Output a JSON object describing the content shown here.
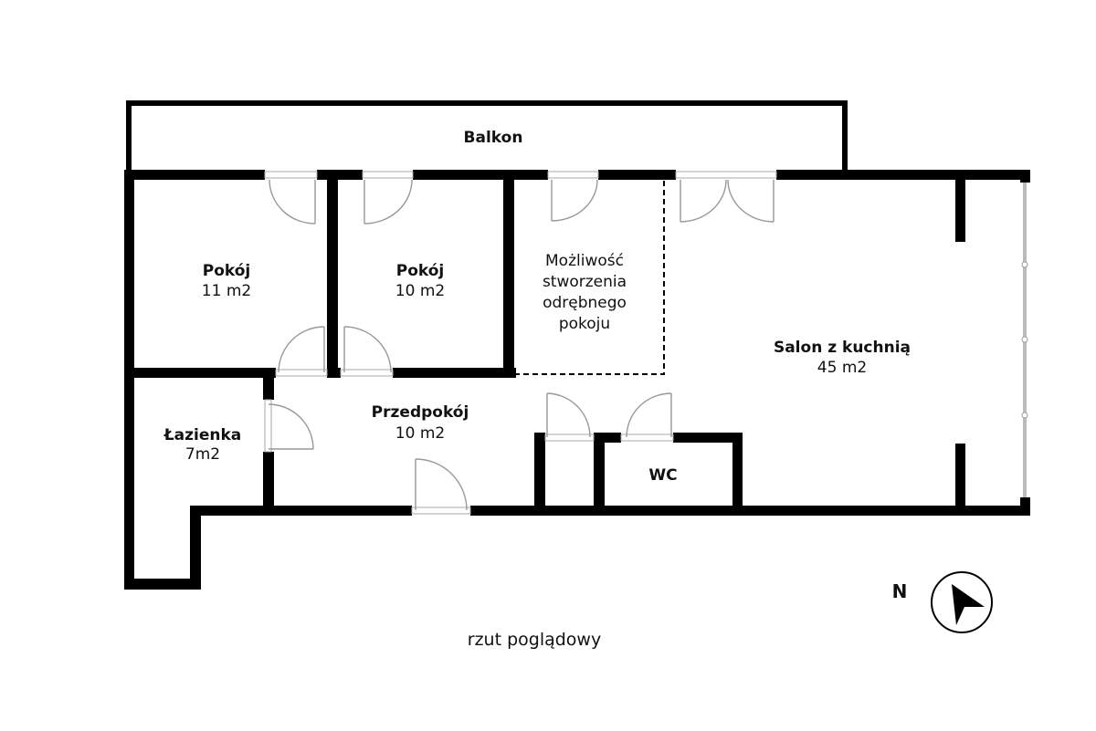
{
  "rooms": {
    "balkon": {
      "name": "Balkon"
    },
    "pokoj1": {
      "name": "Pokój",
      "area": "11 m2"
    },
    "pokoj2": {
      "name": "Pokój",
      "area": "10 m2"
    },
    "optional": {
      "lines": [
        "Możliwość",
        "stworzenia",
        "odrębnego",
        "pokoju"
      ]
    },
    "salon": {
      "name": "Salon z kuchnią",
      "area": "45 m2"
    },
    "lazienka": {
      "name": "Łazienka",
      "area": "7m2"
    },
    "przedpokoj": {
      "name": "Przedpokój",
      "area": "10 m2"
    },
    "wc": {
      "name": "WC"
    }
  },
  "compass": {
    "label": "N",
    "icon": "north-arrow-icon"
  },
  "caption": "rzut poglądowy"
}
